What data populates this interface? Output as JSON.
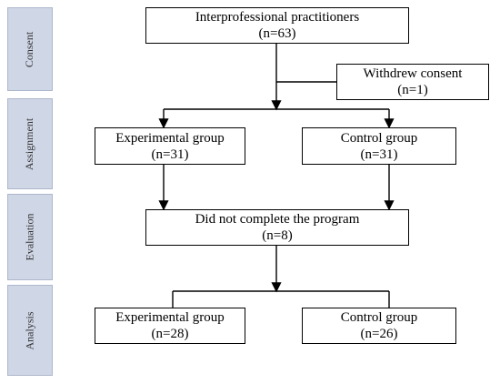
{
  "stages": [
    "Consent",
    "Assignment",
    "Evaluation",
    "Analysis"
  ],
  "nodes": {
    "enrolled": {
      "label": "Interprofessional practitioners",
      "count": "(n=63)"
    },
    "withdrew": {
      "label": "Withdrew consent",
      "count": "(n=1)"
    },
    "exp_assigned": {
      "label": "Experimental group",
      "count": "(n=31)"
    },
    "ctrl_assigned": {
      "label": "Control group",
      "count": "(n=31)"
    },
    "not_completed": {
      "label": "Did not complete the program",
      "count": "(n=8)"
    },
    "exp_analyzed": {
      "label": "Experimental group",
      "count": "(n=28)"
    },
    "ctrl_analyzed": {
      "label": "Control group",
      "count": "(n=26)"
    }
  }
}
